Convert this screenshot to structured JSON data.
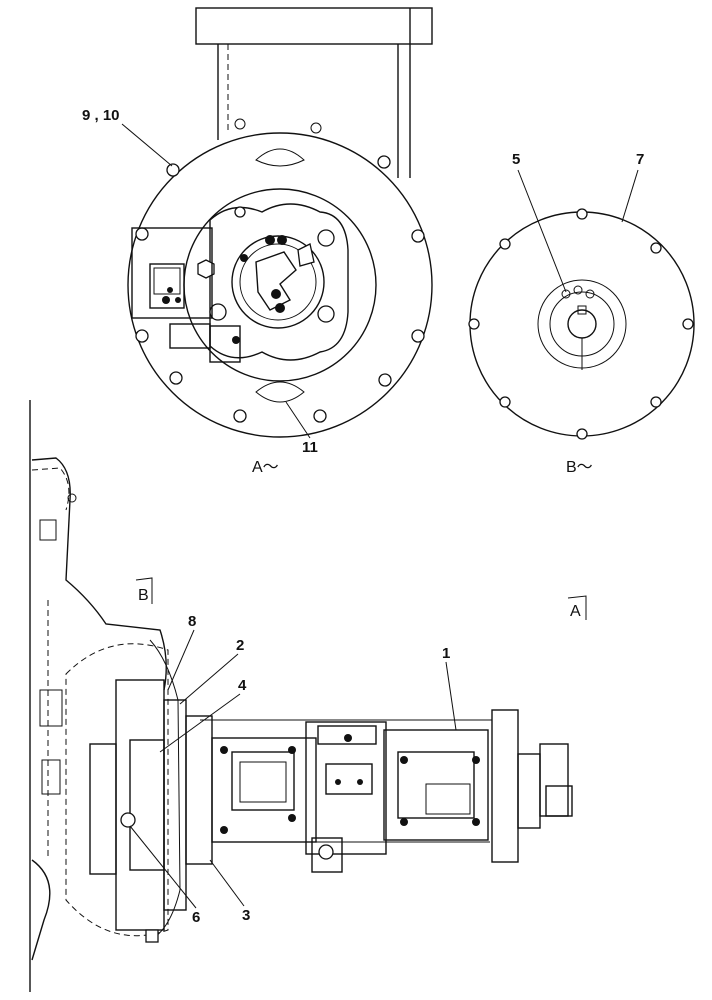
{
  "callouts": {
    "c9_10": "9 , 10",
    "c11": "11",
    "c5": "5",
    "c7": "7",
    "c8": "8",
    "c2": "2",
    "c4": "4",
    "c1": "1",
    "c6": "6",
    "c3": "3"
  },
  "views": {
    "view_a": "A～",
    "view_b": "B～",
    "mark_a": "A",
    "mark_b": "B"
  }
}
